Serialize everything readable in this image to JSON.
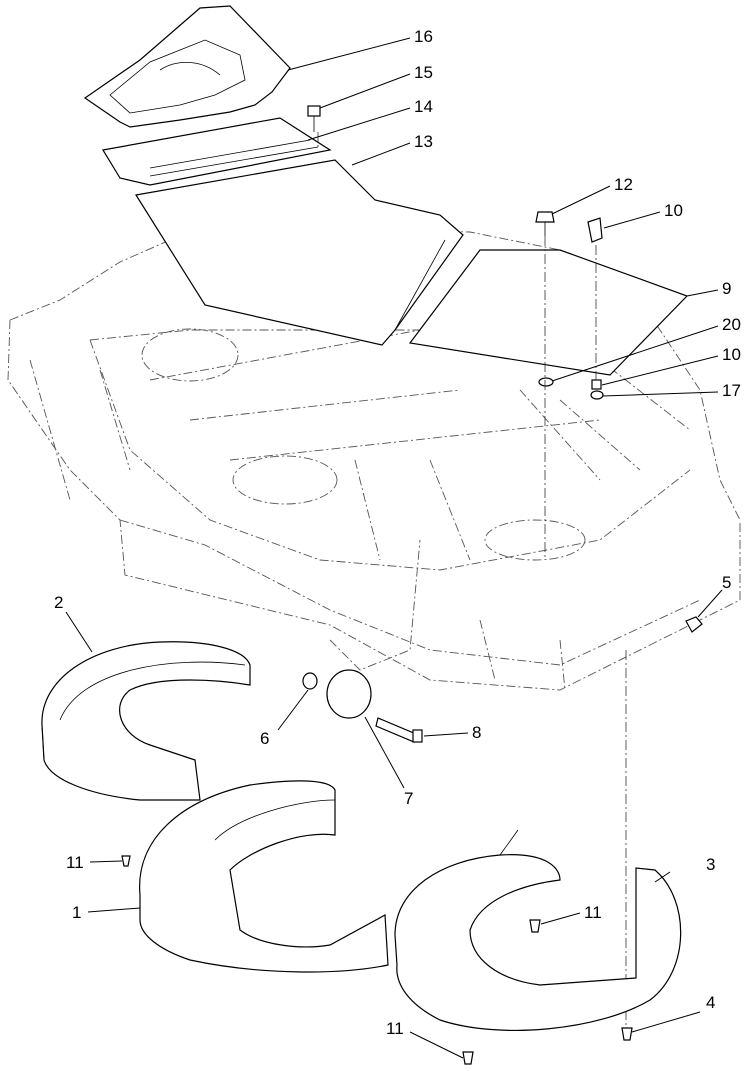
{
  "callouts": [
    {
      "id": "c16",
      "label": "16"
    },
    {
      "id": "c15",
      "label": "15"
    },
    {
      "id": "c14",
      "label": "14"
    },
    {
      "id": "c13",
      "label": "13"
    },
    {
      "id": "c12",
      "label": "12"
    },
    {
      "id": "c10a",
      "label": "10"
    },
    {
      "id": "c9",
      "label": "9"
    },
    {
      "id": "c20",
      "label": "20"
    },
    {
      "id": "c10b",
      "label": "10"
    },
    {
      "id": "c17",
      "label": "17"
    },
    {
      "id": "c5",
      "label": "5"
    },
    {
      "id": "c2",
      "label": "2"
    },
    {
      "id": "c6",
      "label": "6"
    },
    {
      "id": "c8",
      "label": "8"
    },
    {
      "id": "c7",
      "label": "7"
    },
    {
      "id": "c11a",
      "label": "11"
    },
    {
      "id": "c3",
      "label": "3"
    },
    {
      "id": "c1",
      "label": "1"
    },
    {
      "id": "c11b",
      "label": "11"
    },
    {
      "id": "c4",
      "label": "4"
    },
    {
      "id": "c11c",
      "label": "11"
    }
  ]
}
